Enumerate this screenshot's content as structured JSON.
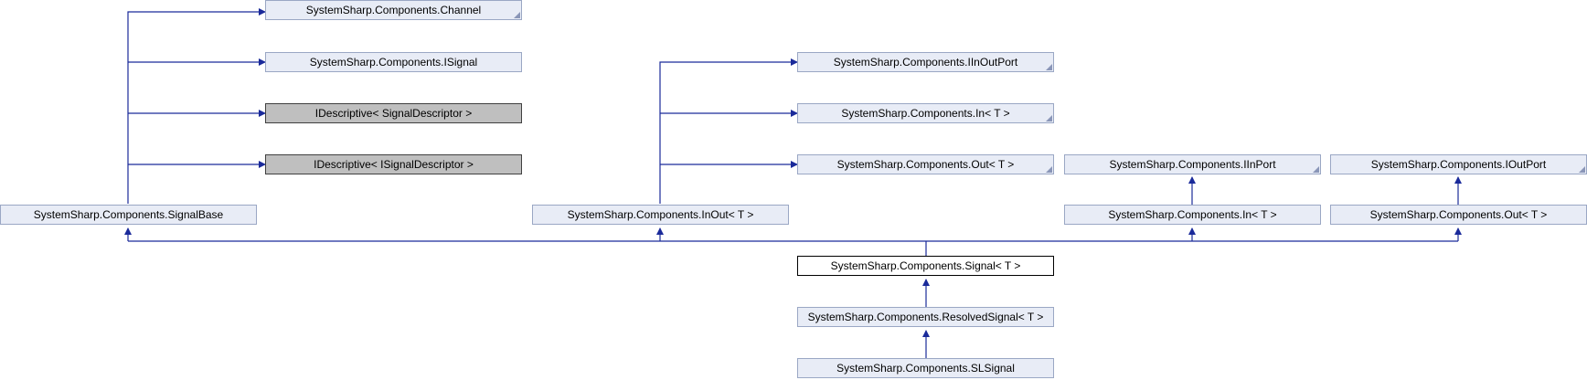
{
  "nodes": {
    "channel": "SystemSharp.Components.Channel",
    "isignal": "SystemSharp.Components.ISignal",
    "idesc_signal": "IDescriptive< SignalDescriptor >",
    "idesc_isignal": "IDescriptive< ISignalDescriptor >",
    "signalbase": "SystemSharp.Components.SignalBase",
    "iinoutport": "SystemSharp.Components.IInOutPort",
    "in_t_top": "SystemSharp.Components.In< T >",
    "out_t_top": "SystemSharp.Components.Out< T >",
    "inout_t": "SystemSharp.Components.InOut< T >",
    "iinport": "SystemSharp.Components.IInPort",
    "ioutport": "SystemSharp.Components.IOutPort",
    "in_t": "SystemSharp.Components.In< T >",
    "out_t": "SystemSharp.Components.Out< T >",
    "signal_t": "SystemSharp.Components.Signal< T >",
    "resolvedsignal_t": "SystemSharp.Components.ResolvedSignal< T >",
    "slsignal": "SystemSharp.Components.SLSignal"
  },
  "colors": {
    "edge": "#1a2a9a",
    "node_fill": "#e8ecf6",
    "node_border": "#9aa7c4",
    "gray_fill": "#bfbfbf",
    "focus_border": "#000000"
  }
}
